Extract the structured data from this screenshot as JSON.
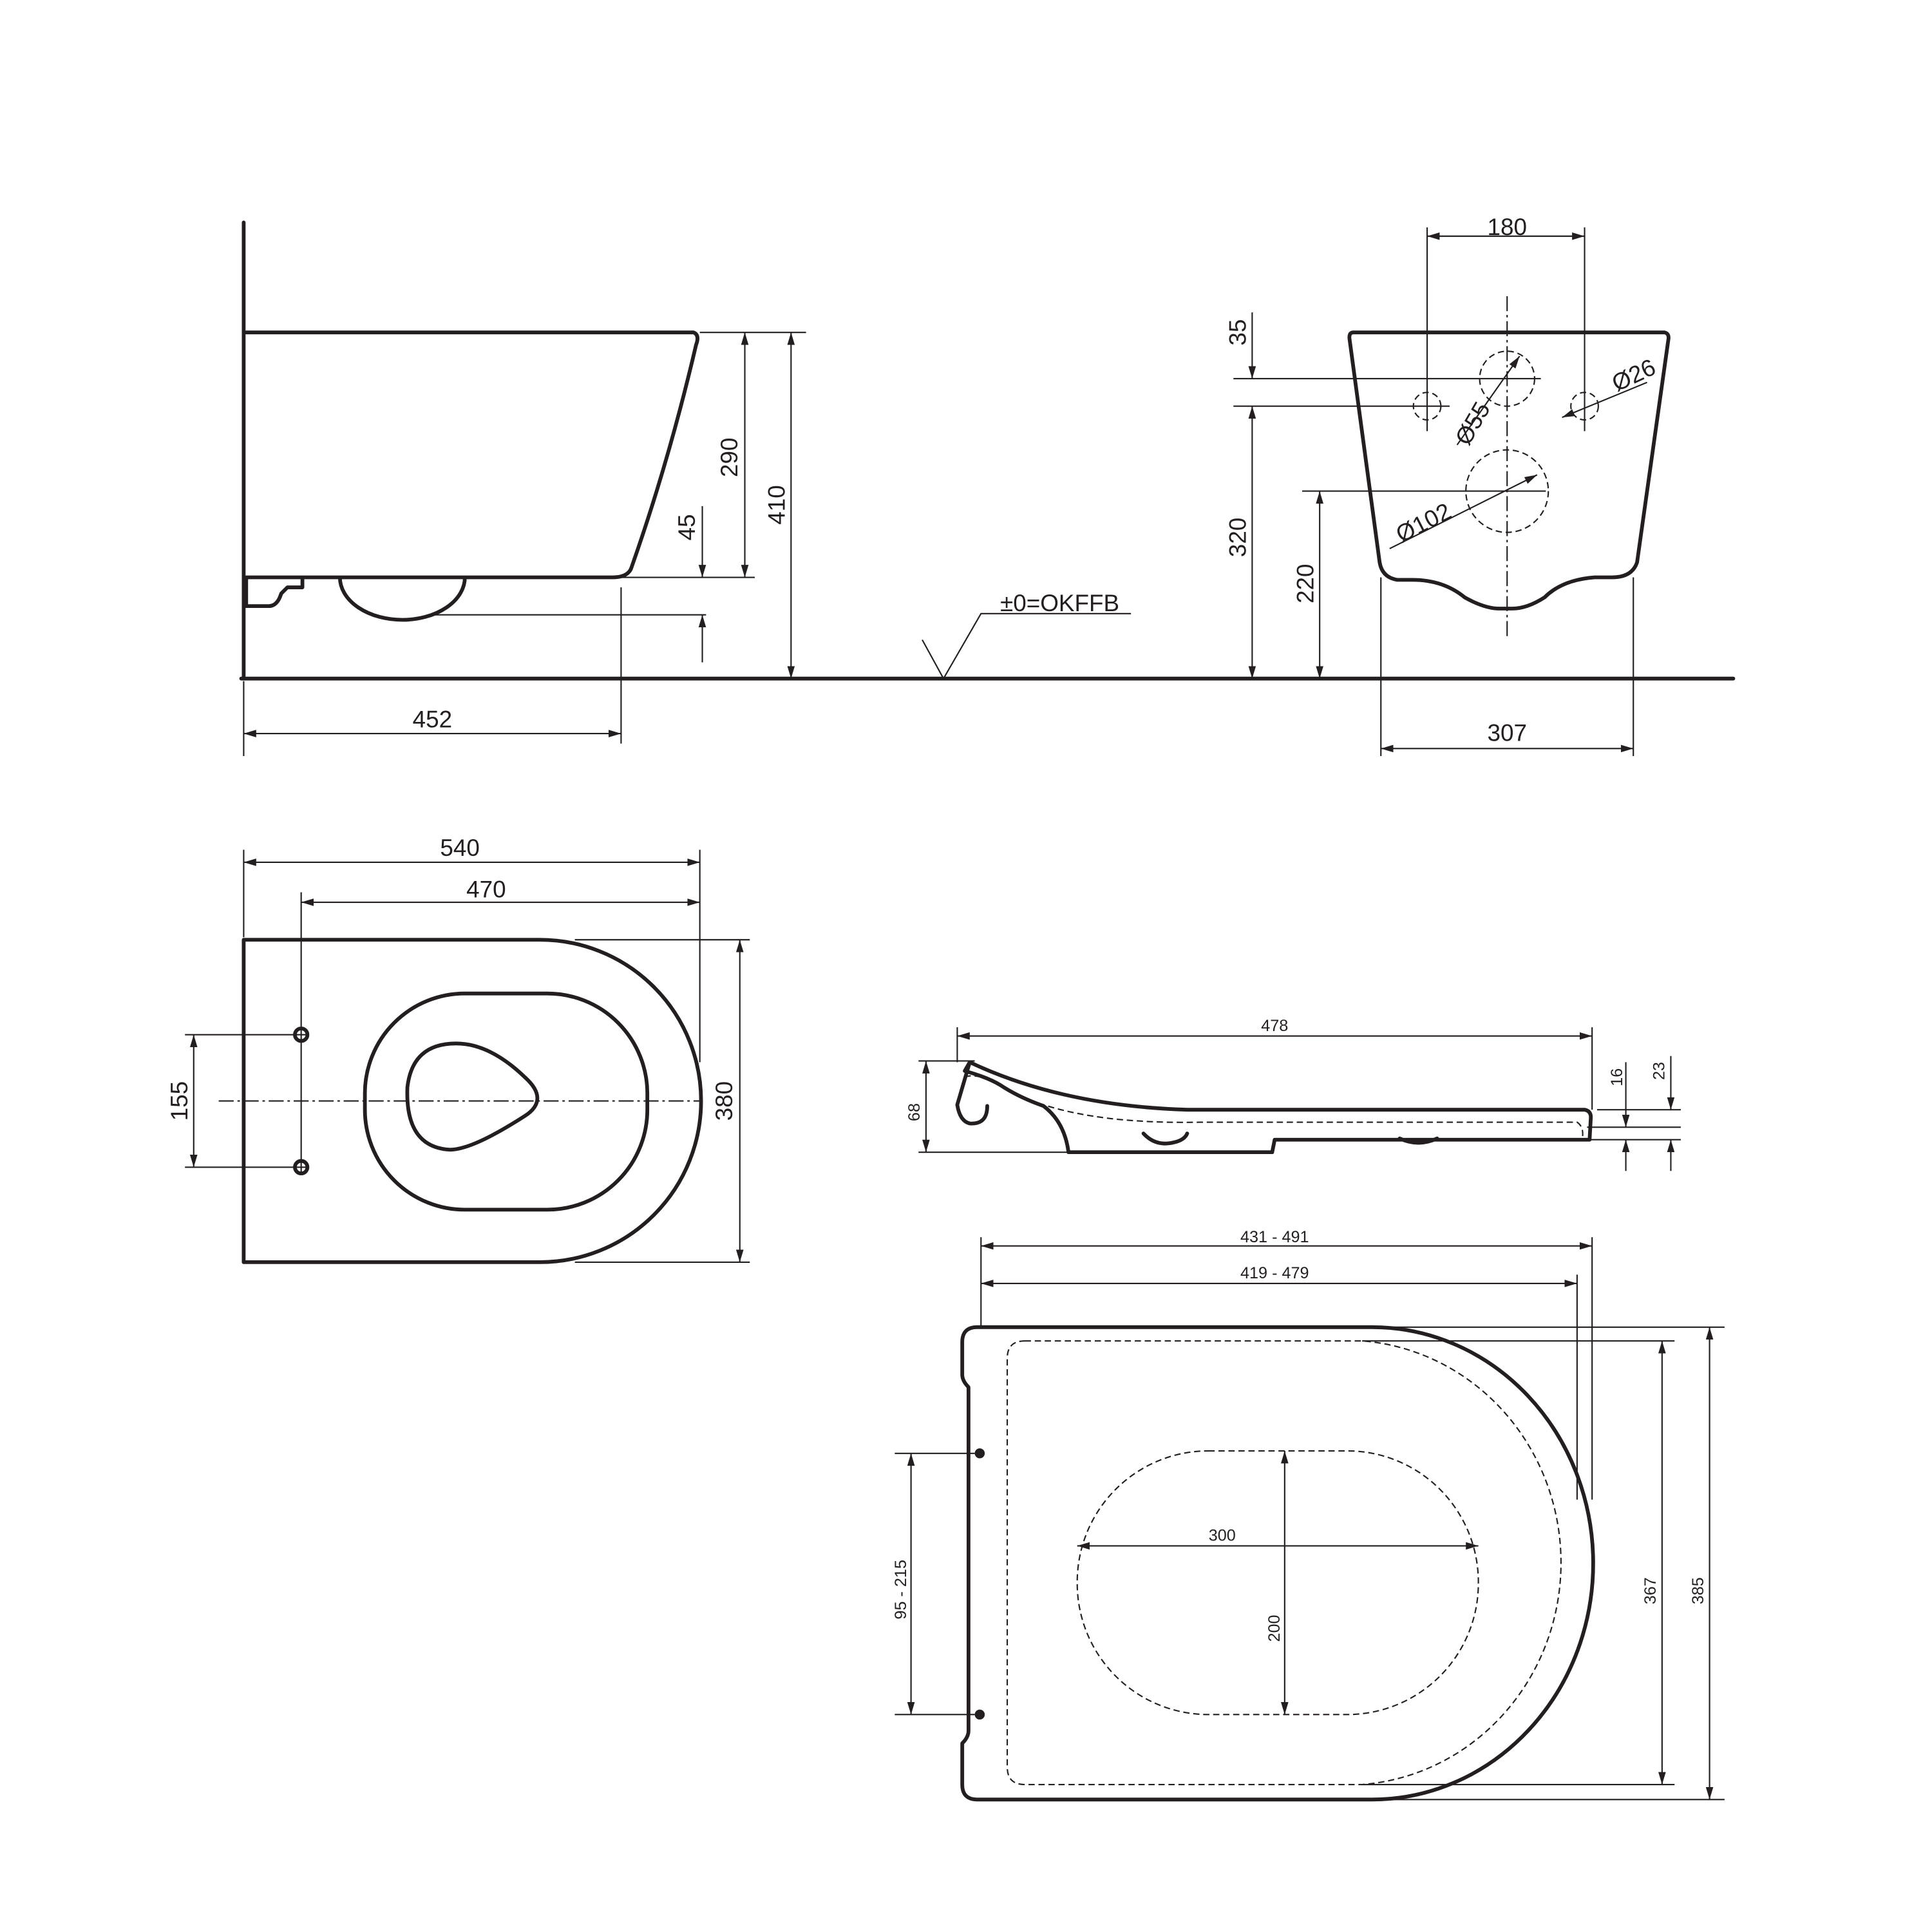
{
  "side_view": {
    "dims": {
      "height_rim": "290",
      "height_total": "410",
      "height_bottom": "45",
      "depth": "452"
    },
    "floor_label": "±0=OKFFB"
  },
  "front_view": {
    "dims": {
      "spacing": "180",
      "offset": "35",
      "height_upper": "320",
      "height_outlet": "220",
      "width": "307",
      "d_small": "Ø26",
      "d_mid": "Ø55",
      "d_outlet": "Ø102"
    }
  },
  "top_view": {
    "dims": {
      "length": "540",
      "length_inner": "470",
      "width": "380",
      "bolt_spacing": "155"
    }
  },
  "seat_side": {
    "dims": {
      "length": "478",
      "height": "68",
      "t1": "16",
      "t2": "23"
    }
  },
  "seat_top": {
    "dims": {
      "length_a": "431 - 491",
      "length_b": "419 - 479",
      "opening_w": "300",
      "opening_h": "200",
      "width_inner": "367",
      "width_outer": "385",
      "hinge": "95 - 215"
    }
  }
}
